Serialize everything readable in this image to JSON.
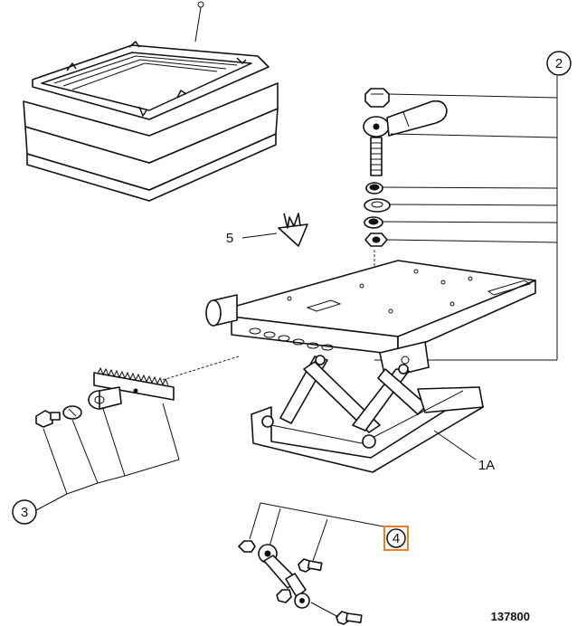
{
  "diagram": {
    "callouts": {
      "c2": "2",
      "c5": "5",
      "c1a": "1A",
      "c3": "3",
      "c4": "4"
    },
    "reference_number": "137800",
    "highlight_color": "#f07d28"
  }
}
